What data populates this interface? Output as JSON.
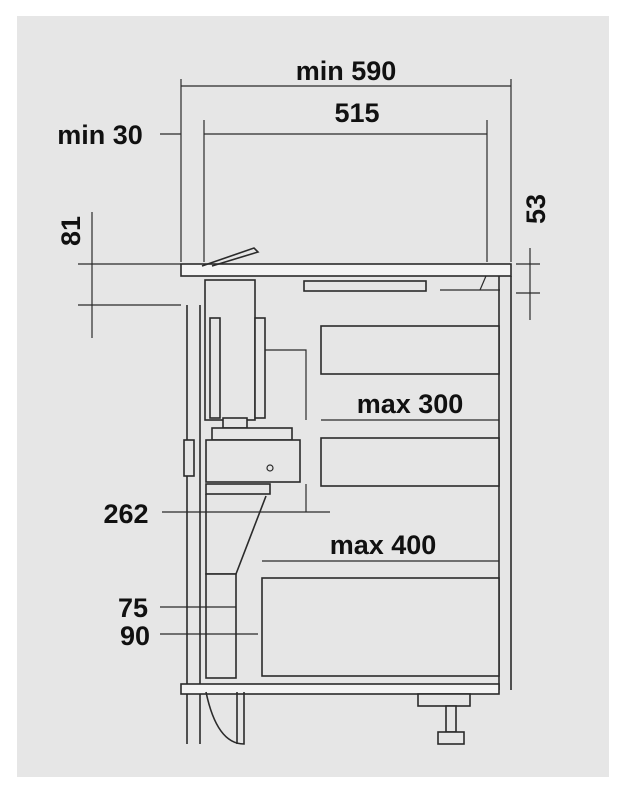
{
  "dimensions": {
    "min_width": "min 590",
    "hob_width": "515",
    "min_front": "min 30",
    "hob_height": "53",
    "duct_depth": "81",
    "max_drawer_1": "max 300",
    "max_drawer_2": "max 400",
    "duct_height": "262",
    "pipe_75": "75",
    "pipe_90": "90"
  },
  "colors": {
    "background": "#e6e6e6",
    "line": "#2b2b2b",
    "text": "#111111"
  }
}
